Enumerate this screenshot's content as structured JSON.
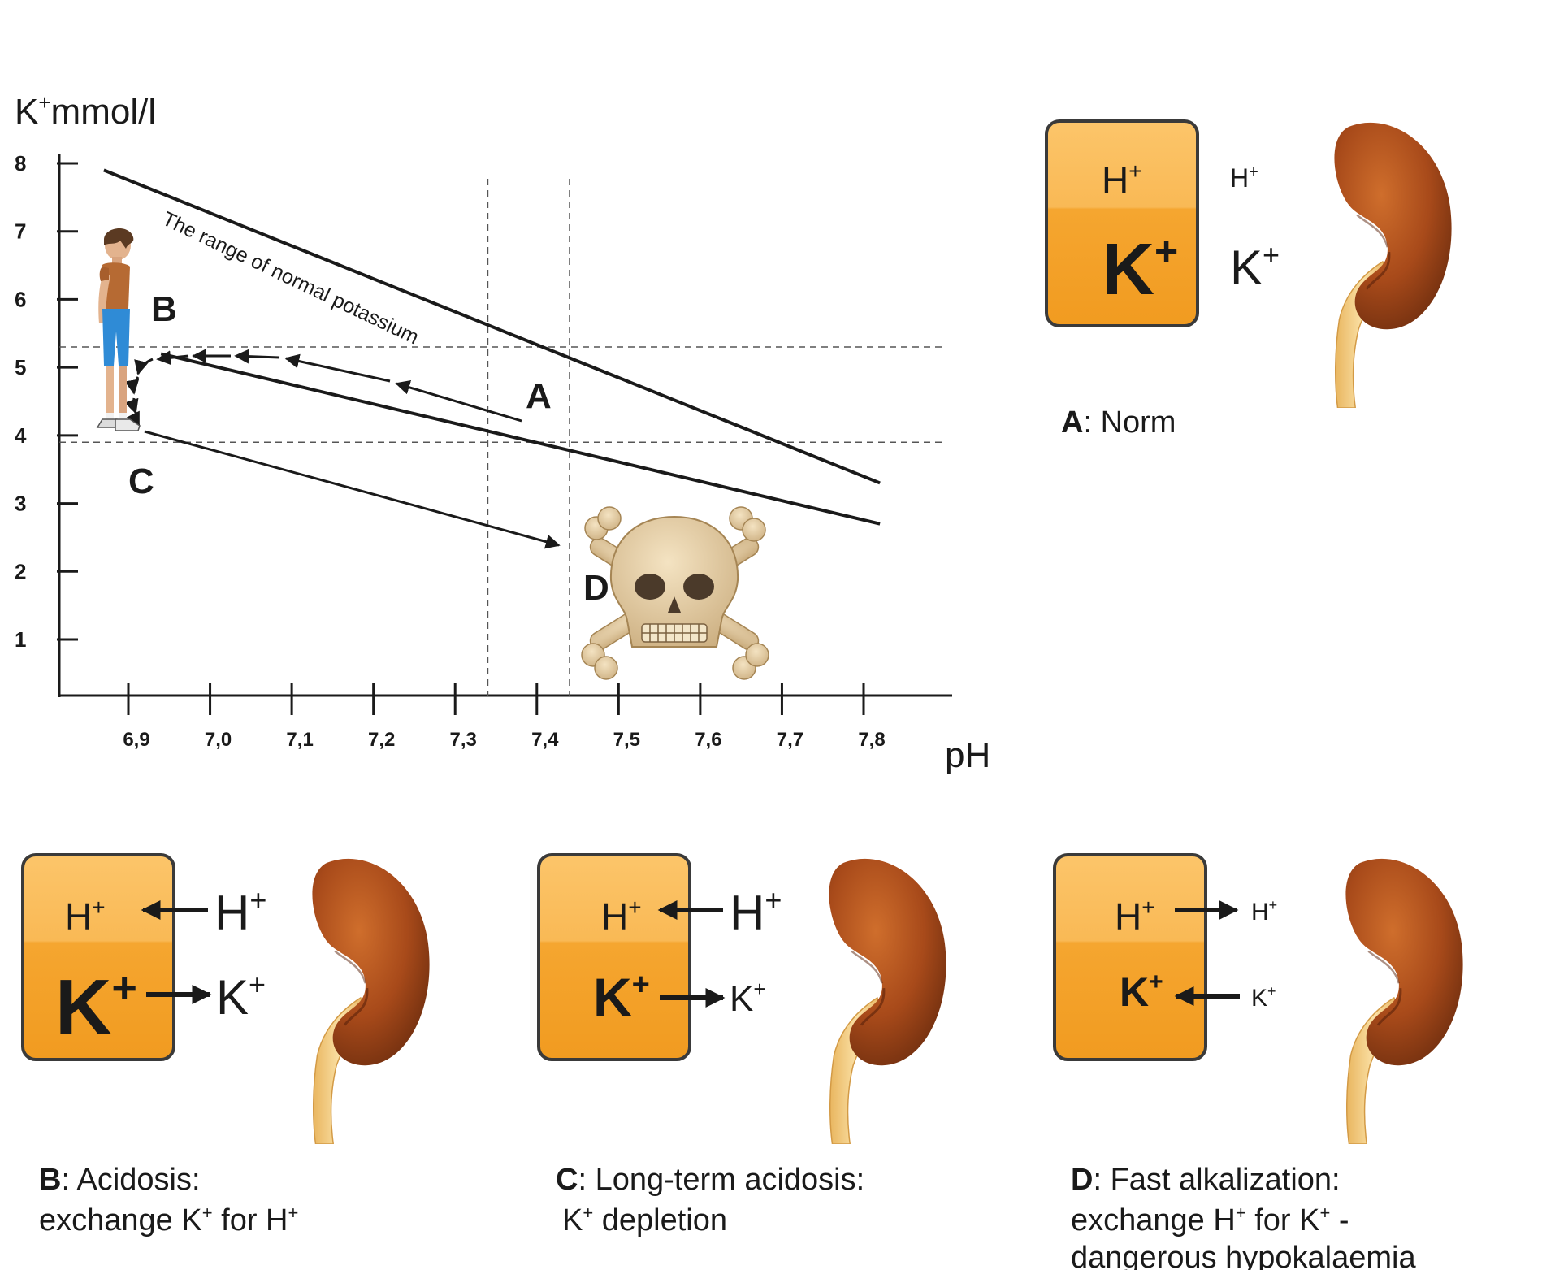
{
  "chart": {
    "y_axis": {
      "label_main": "K",
      "label_sup": "+",
      "label_rest": "mmol/l",
      "ticks": [
        "1",
        "2",
        "3",
        "4",
        "5",
        "6",
        "7",
        "8"
      ]
    },
    "x_axis": {
      "label": "pH",
      "ticks": [
        "6,9",
        "7,0",
        "7,1",
        "7,2",
        "7,3",
        "7,4",
        "7,5",
        "7,6",
        "7,7",
        "7,8"
      ]
    },
    "annotation": "The range of normal potassium",
    "points": {
      "a": "A",
      "b": "B",
      "c": "C",
      "d": "D"
    }
  },
  "chart_data": {
    "type": "line",
    "series": [
      {
        "x": [
          6.87,
          7.82
        ],
        "y": [
          7.9,
          3.3
        ]
      },
      {
        "x": [
          6.94,
          7.82
        ],
        "y": [
          5.2,
          2.7
        ]
      }
    ],
    "reference_lines": {
      "x": [
        7.34,
        7.44
      ],
      "y": [
        3.9,
        5.3
      ]
    },
    "xlim": [
      6.8,
      7.9
    ],
    "ylim": [
      0,
      8
    ],
    "grid": false
  },
  "panels": {
    "a": {
      "box_h": "H",
      "box_k": "K",
      "sup": "+",
      "out_h": "H",
      "out_k": "K",
      "caption_letter": "A",
      "caption_text": ": Norm"
    },
    "b": {
      "box_h": "H",
      "box_k": "K",
      "sup": "+",
      "out_h": "H",
      "out_k": "K",
      "caption_letter": "B",
      "caption_line1": ": Acidosis:",
      "caption_line2a": "exchange K",
      "caption_line2b": " for H"
    },
    "c": {
      "box_h": "H",
      "box_k": "K",
      "sup": "+",
      "out_h": "H",
      "out_k": "K",
      "caption_letter": "C",
      "caption_line1": ": Long-term acidosis:",
      "caption_line2a": "K",
      "caption_line2b": " depletion"
    },
    "d": {
      "box_h": "H",
      "box_k": "K",
      "sup": "+",
      "out_h": "H",
      "out_k": "K",
      "caption_letter": "D",
      "caption_line1": ": Fast alkalization:",
      "caption_line2a": "exchange H",
      "caption_line2b": " for K",
      "caption_line2c": " -",
      "caption_line3": "dangerous hypokalaemia"
    }
  },
  "colors": {
    "box_top": "#f9be5c",
    "box_bottom": "#f5a52a",
    "box_border": "#3a3a3a",
    "kidney_dark": "#7a3512",
    "kidney_light": "#c8672a",
    "ureter": "#f3cf88",
    "bone": "#e6cfa8",
    "line": "#1a1a1a"
  }
}
